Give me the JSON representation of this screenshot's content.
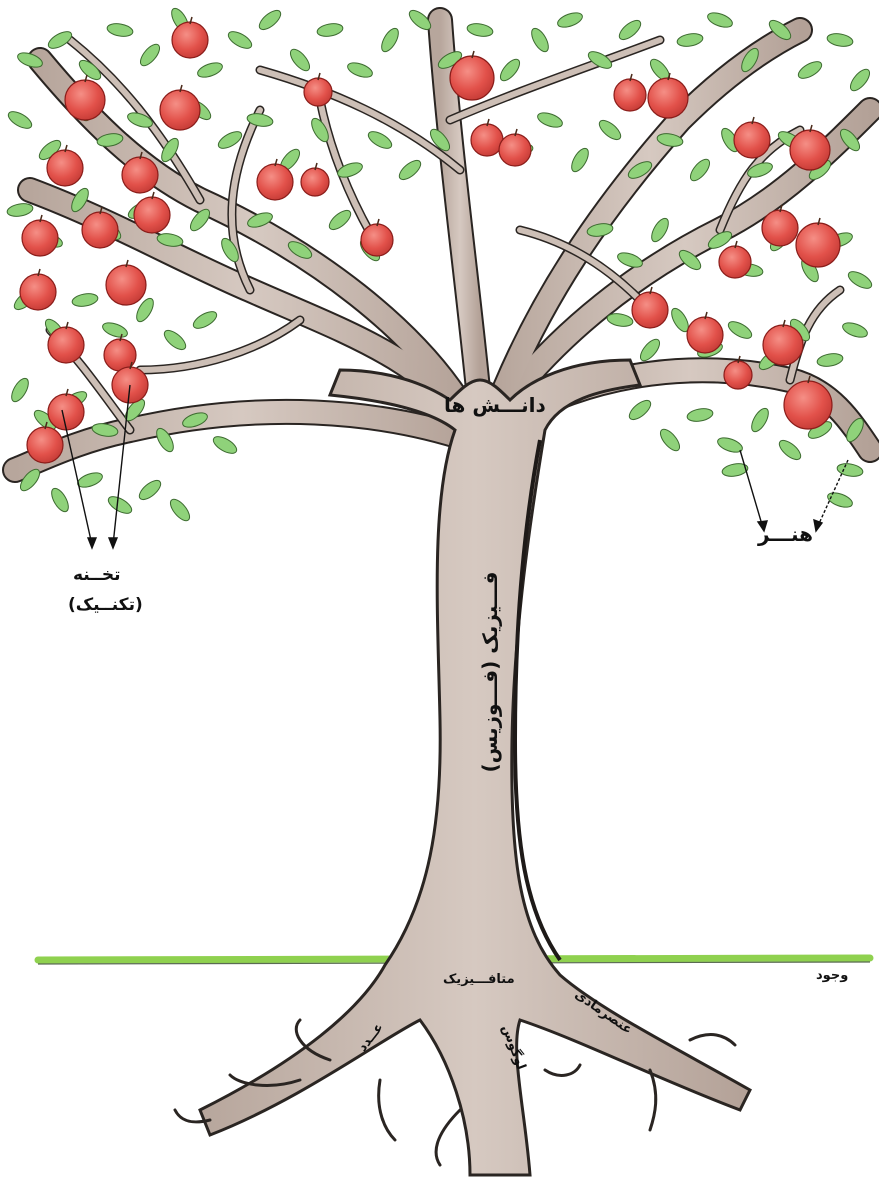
{
  "labels": {
    "knowledges": "دانـــش ها",
    "physics": "فـــیزیک (فـــوزیس)",
    "art": "هنـــر",
    "techne": "تخــنه",
    "technique": "(تکنــیک)",
    "metaphysics": "متافـــیزیک",
    "number": "عــدد",
    "logos": "لوگوس",
    "material_element": "عنصرمادی",
    "existence": "وجود"
  },
  "colors": {
    "trunk": "#cbbcb3",
    "trunk_edge": "#2a2522",
    "leaf": "#8fd27a",
    "leaf_edge": "#3d6b30",
    "apple": "#e0534d",
    "apple_edge": "#8a1d1a",
    "ground": "#8fd14f"
  }
}
